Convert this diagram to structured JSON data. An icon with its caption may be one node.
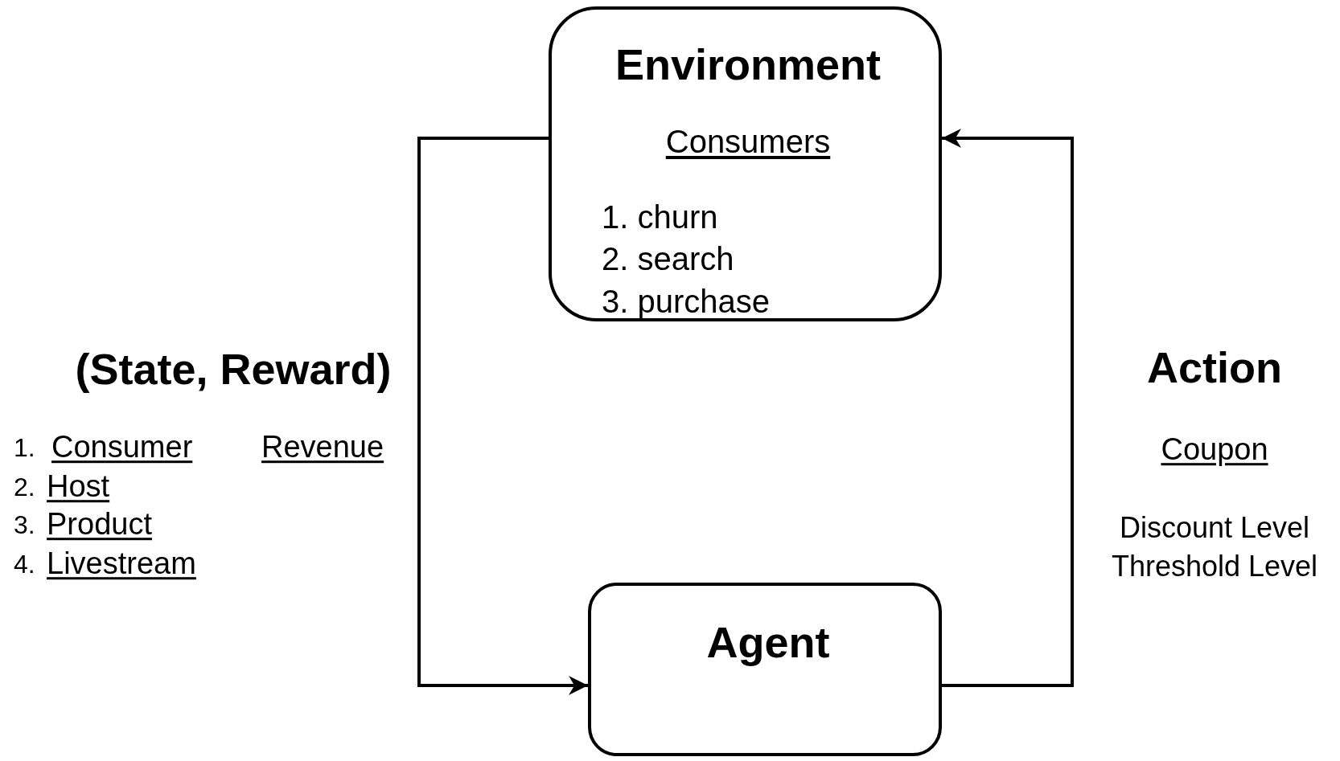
{
  "diagram": {
    "nodes": [
      {
        "text": [
          "Environment",
          "Consumers",
          "1. churn",
          "2. search",
          "3. purchase"
        ]
      },
      {
        "text": [
          "Agent"
        ]
      }
    ],
    "edges": [
      {
        "from": 0,
        "to": 1,
        "arrow": "to"
      },
      {
        "from": 1,
        "to": 0,
        "arrow": "to"
      }
    ],
    "labels": [
      "(State, Reward)",
      "1.",
      "Consumer",
      "Revenue",
      "2.",
      "Host",
      "3.",
      "Product",
      "4.",
      "Livestream",
      "Action",
      "Coupon",
      "Discount Level",
      "Threshold Level"
    ]
  }
}
